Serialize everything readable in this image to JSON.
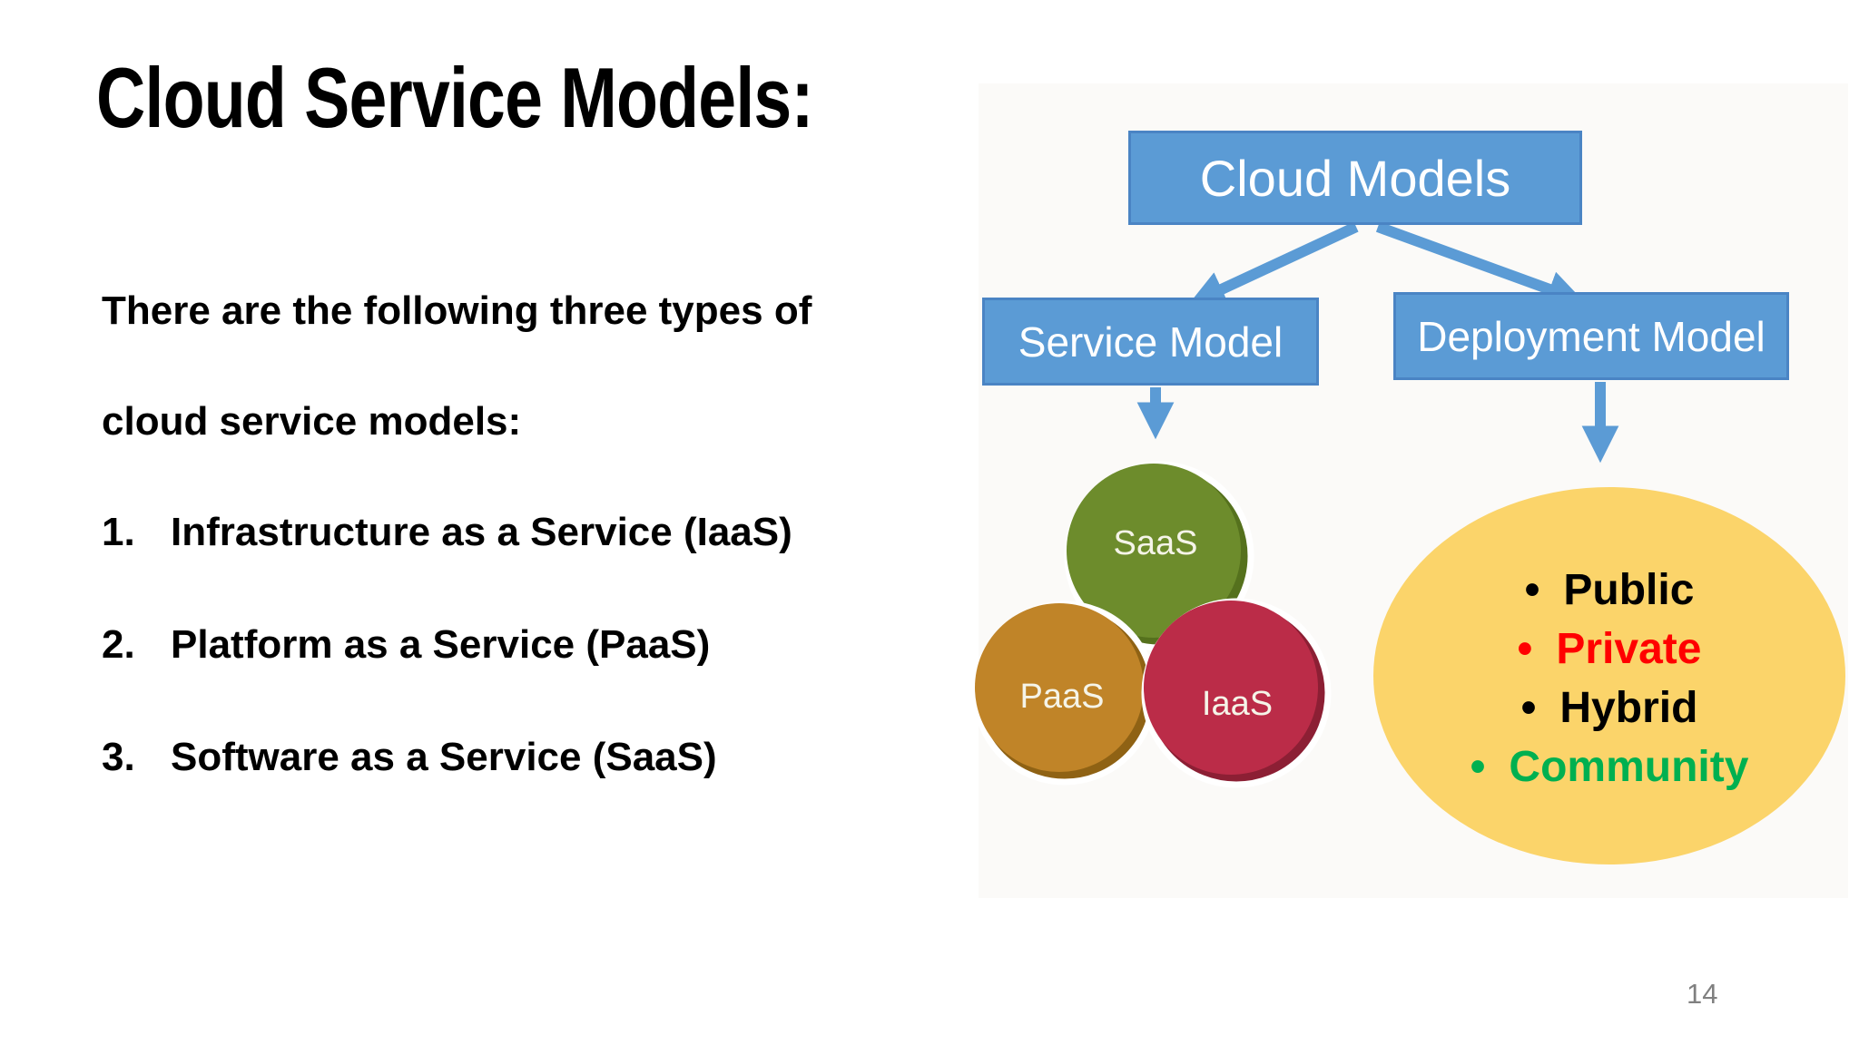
{
  "slide": {
    "title": "Cloud Service Models:",
    "intro_lines": [
      "There are the following three types of",
      "cloud service models:"
    ],
    "list_items": [
      {
        "number": "1.",
        "text": "Infrastructure as a Service (IaaS)"
      },
      {
        "number": "2.",
        "text": "Platform as a Service (PaaS)"
      },
      {
        "number": "3.",
        "text": "Software as a Service (SaaS)"
      }
    ],
    "page_number": "14"
  },
  "diagram": {
    "root_label": "Cloud Models",
    "branch_labels": {
      "service": "Service Model",
      "deployment": "Deployment Model"
    },
    "bullet_char": "•",
    "service_circles": [
      {
        "label": "SaaS",
        "color": "#6D8C2C",
        "shade": "#55711D"
      },
      {
        "label": "PaaS",
        "color": "#C08428",
        "shade": "#8F6214"
      },
      {
        "label": "IaaS",
        "color": "#BB2C48",
        "shade": "#8C1F34"
      }
    ],
    "deployment_items": [
      {
        "label": "Public",
        "color": "#000000"
      },
      {
        "label": "Private",
        "color": "#FF0000"
      },
      {
        "label": "Hybrid",
        "color": "#000000"
      },
      {
        "label": "Community",
        "color": "#00B050"
      }
    ],
    "colors": {
      "box_fill": "#5B9BD5",
      "box_border": "#4A84C4",
      "box_text": "#FFFFFF",
      "arrow": "#5B9BD5",
      "ellipse_fill": "#FBD46A",
      "circle_label_text": "#F5F4E8",
      "page_number_gray": "#808080"
    }
  }
}
